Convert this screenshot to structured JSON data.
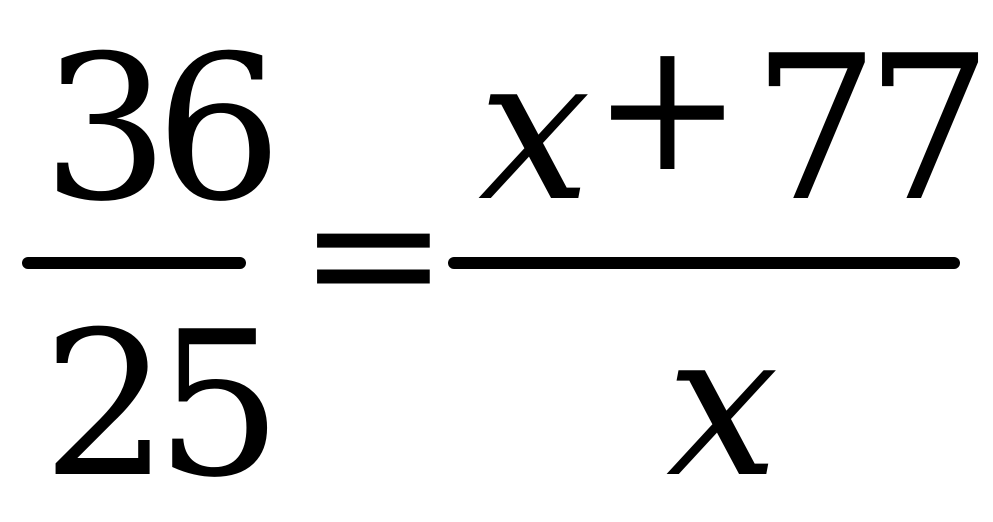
{
  "equation": {
    "left_fraction": {
      "numerator": "36",
      "denominator": "25"
    },
    "relation": "=",
    "right_fraction": {
      "numerator_variable": "x",
      "numerator_operator": "+",
      "numerator_constant": "77",
      "denominator": "x"
    }
  },
  "colors": {
    "ink": "#000000",
    "background": "#ffffff"
  }
}
